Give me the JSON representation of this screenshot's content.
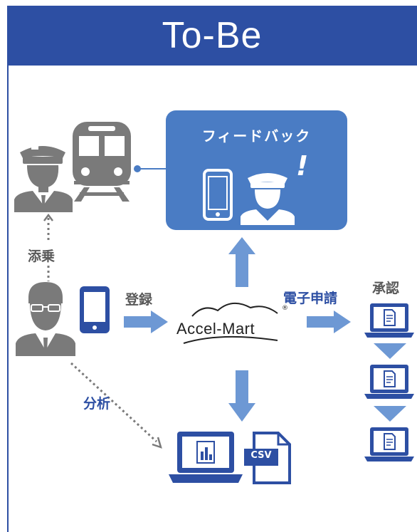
{
  "header": {
    "title": "To-Be"
  },
  "feedback": {
    "title": "フィードバック",
    "exclaim": "!"
  },
  "labels": {
    "tenjo": "添乗",
    "toroku": "登録",
    "denshi": "電子申請",
    "shonin": "承認",
    "bunseki": "分析"
  },
  "logo": {
    "text": "Accel-Mart",
    "mark": "®"
  },
  "csv": {
    "label": "CSV"
  },
  "colors": {
    "blue": "#2d4fa3",
    "light_blue": "#4a7cc4",
    "arrow": "#6d98d4",
    "gray": "#7a7a7a",
    "white": "#ffffff"
  }
}
